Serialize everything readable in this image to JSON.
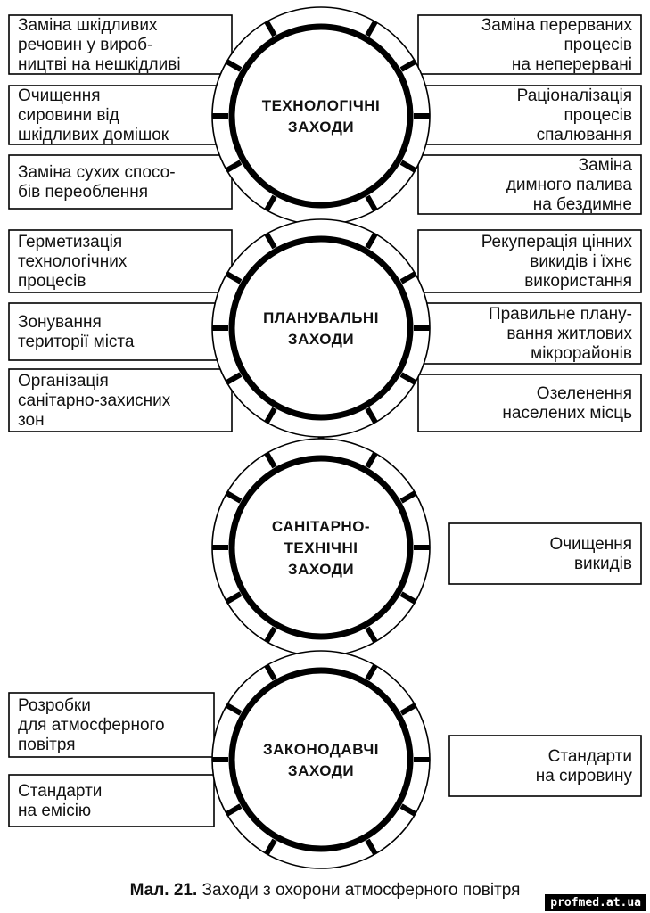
{
  "centers": [
    {
      "id": "tech",
      "lines": [
        "ТЕХНОЛОГІЧНІ",
        "ЗАХОДИ"
      ]
    },
    {
      "id": "plan",
      "lines": [
        "ПЛАНУВАЛЬНІ",
        "ЗАХОДИ"
      ]
    },
    {
      "id": "san",
      "lines": [
        "САНІТАРНО-",
        "ТЕХНІЧНІ",
        "ЗАХОДИ"
      ]
    },
    {
      "id": "law",
      "lines": [
        "ЗАКОНОДАВЧІ",
        "ЗАХОДИ"
      ]
    }
  ],
  "boxes": {
    "tech_left": [
      [
        "Заміна шкідливих",
        "речовин у вироб-",
        "ництві на нешкідливі"
      ],
      [
        "Очищення",
        "сировини від",
        "шкідливих домішок"
      ],
      [
        "Заміна сухих спосо-",
        "бів переоблення"
      ]
    ],
    "tech_right": [
      [
        "Заміна перерваних",
        "процесів",
        "на неперервані"
      ],
      [
        "Раціоналізація",
        "процесів",
        "спалювання"
      ],
      [
        "Заміна",
        "димного палива",
        "на бездимне"
      ]
    ],
    "plan_left": [
      [
        "Герметизація",
        "технологічних",
        "процесів"
      ],
      [
        "Зонування",
        "території міста"
      ],
      [
        "Організація",
        "санітарно-захисних",
        "зон"
      ]
    ],
    "plan_right": [
      [
        "Рекуперація цінних",
        "викидів і їхнє",
        "використання"
      ],
      [
        "Правильне плану-",
        "вання житлових",
        "мікрорайонів"
      ],
      [
        "Озеленення",
        "населених місць"
      ]
    ],
    "san_right": [
      [
        "Очищення",
        "викидів"
      ]
    ],
    "law_left": [
      [
        "Розробки",
        "для атмосферного",
        "повітря"
      ],
      [
        "Стандарти",
        "на емісію"
      ]
    ],
    "law_right": [
      [
        "Стандарти",
        "на сировину"
      ]
    ]
  },
  "caption": {
    "label": "Мал. 21.",
    "text": "Заходи з охорони атмосферного повітря"
  },
  "watermark": "profmed.at.ua"
}
